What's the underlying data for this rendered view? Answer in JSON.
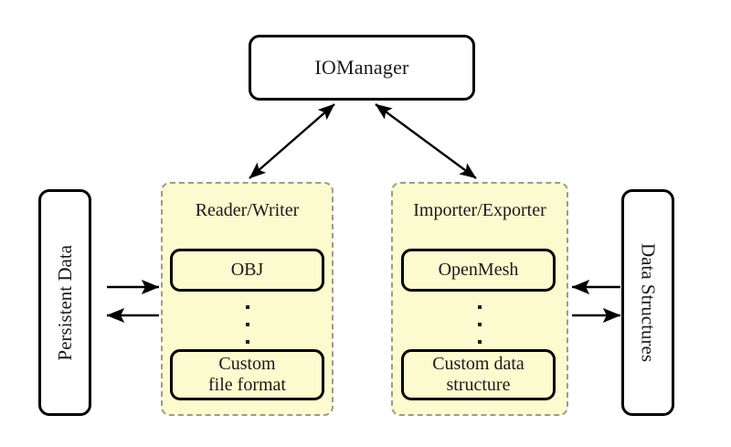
{
  "diagram": {
    "title_node": {
      "label": "IOManager"
    },
    "left_endpoint": {
      "label": "Persistent Data"
    },
    "right_endpoint": {
      "label": "Data Structures"
    },
    "groups": [
      {
        "name": "reader-writer",
        "title": "Reader/Writer",
        "items": [
          {
            "label": "OBJ"
          },
          {
            "label": "⋮"
          },
          {
            "label_line1": "Custom",
            "label_line2": "file format"
          }
        ]
      },
      {
        "name": "importer-exporter",
        "title": "Importer/Exporter",
        "items": [
          {
            "label": "OpenMesh"
          },
          {
            "label": "⋮"
          },
          {
            "label_line1": "Custom data",
            "label_line2": "structure"
          }
        ]
      }
    ],
    "connections": [
      {
        "name": "iomanager-to-reader-writer",
        "style": "double-headed-diagonal"
      },
      {
        "name": "iomanager-to-importer-exporter",
        "style": "double-headed-diagonal"
      },
      {
        "name": "persistent-data-to-reader-writer",
        "style": "single-headed-right"
      },
      {
        "name": "reader-writer-to-persistent-data",
        "style": "single-headed-left"
      },
      {
        "name": "data-structures-to-importer-exporter",
        "style": "single-headed-left"
      },
      {
        "name": "importer-exporter-to-data-structures",
        "style": "single-headed-right"
      }
    ],
    "colors": {
      "group_fill": "#fcfbcf",
      "group_border": "#9b9b92",
      "node_border": "#000000",
      "node_fill": "#ffffff",
      "text": "#1a1a1a",
      "background": "#ffffff"
    }
  }
}
